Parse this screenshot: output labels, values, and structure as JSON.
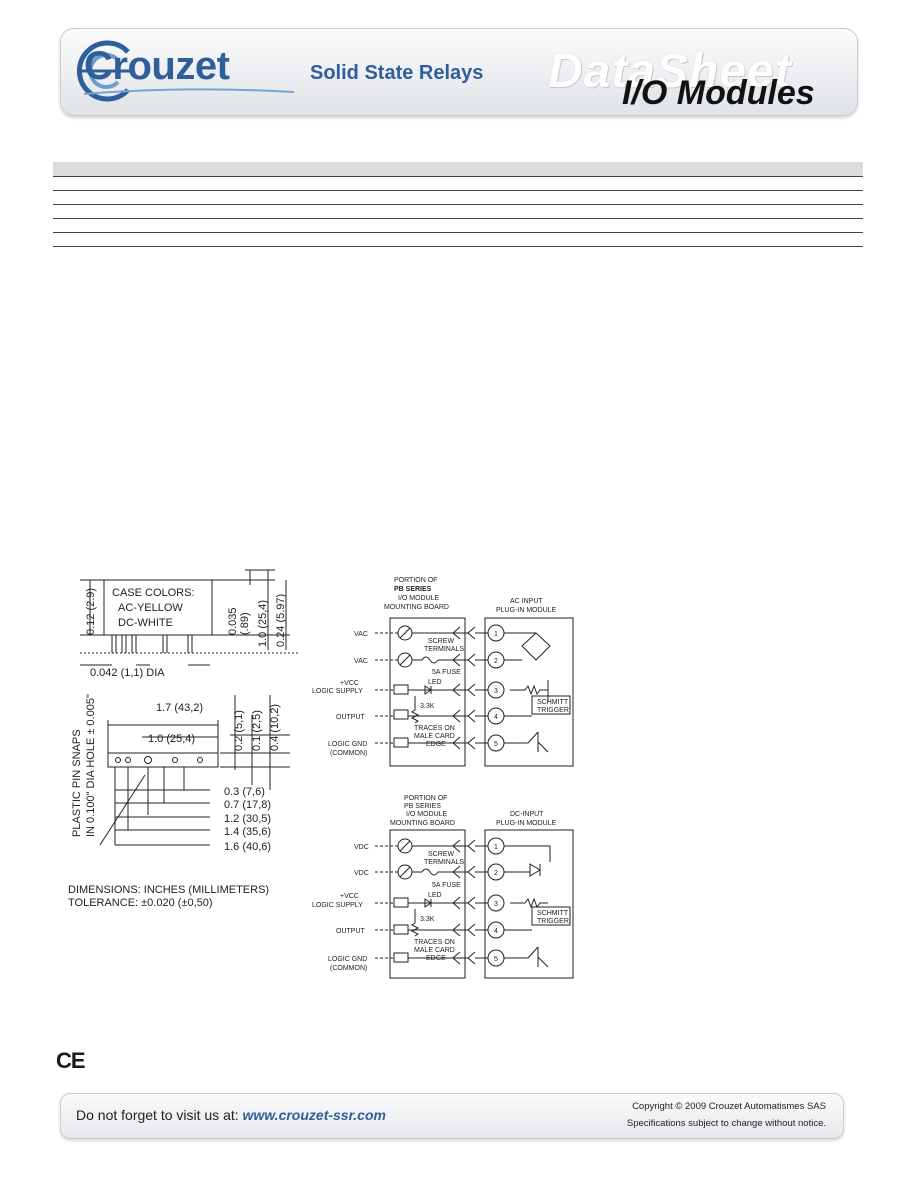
{
  "header": {
    "brand": "Crouzet",
    "tagline": "Solid State Relays",
    "datasheet_word": "DataSheet",
    "product_line": "I/O Modules"
  },
  "dimensions": {
    "case_colors_title": "CASE  COLORS:",
    "case_color_ac": "AC-YELLOW",
    "case_color_dc": "DC-WHITE",
    "dim_0_12": "0.12 (2.9)",
    "dim_0_035": "0.035",
    "dim_0_89": "(.89)",
    "dim_1_0_height": "1.0 (25,4)",
    "dim_0_24": "0.24 (5.97)",
    "pin_dia": "0.042 (1,1) DIA",
    "plastic_pin_1": "PLASTIC PIN SNAPS",
    "plastic_pin_2": "IN 0.100\" DIA HOLE ± 0.005\"",
    "dim_1_7": "1.7 (43,2)",
    "dim_1_0_width": "1.0 (25,4)",
    "dim_0_2": "0.2 (5,1)",
    "dim_0_1": "0.1 (2,5)",
    "dim_0_4": "0.4 (10,2)",
    "dim_0_3": "0.3 (7,6)",
    "dim_0_7": "0.7 (17,8)",
    "dim_1_2": "1.2 (30,5)",
    "dim_1_4": "1.4 (35,6)",
    "dim_1_6": "1.6 (40,6)",
    "note_dimensions": "DIMENSIONS: INCHES (MILLIMETERS)",
    "note_tolerance": "TOLERANCE: ±0.020 (±0,50)"
  },
  "ac_diagram": {
    "board_title_1": "PORTION OF",
    "board_title_2": "PB SERIES",
    "board_title_3": "I/O MODULE",
    "board_title_4": "MOUNTING BOARD",
    "module_title_1": "AC INPUT",
    "module_title_2": "PLUG-IN MODULE",
    "label_vac_1": "VAC",
    "label_vac_2": "VAC",
    "label_vcc": "+VCC",
    "label_logic_supply": "LOGIC SUPPLY",
    "label_output": "OUTPUT",
    "label_logic_gnd": "LOGIC GND",
    "label_common": "(COMMON)",
    "screw_terminals_1": "SCREW",
    "screw_terminals_2": "TERMINALS",
    "fuse": "5A FUSE",
    "led": "LED",
    "resistor": "3.3K",
    "traces_1": "TRACES ON",
    "traces_2": "MALE CARD",
    "traces_3": "EDGE",
    "schmitt_1": "SCHMITT",
    "schmitt_2": "TRIGGER",
    "pins": [
      "1",
      "2",
      "3",
      "4",
      "5"
    ]
  },
  "dc_diagram": {
    "board_title_1": "PORTION OF",
    "board_title_2": "PB SERIES",
    "board_title_3": "I/O MODULE",
    "board_title_4": "MOUNTING BOARD",
    "module_title_1": "DC-INPUT",
    "module_title_2": "PLUG-IN MODULE",
    "label_vdc_1": "VDC",
    "label_vdc_2": "VDC",
    "label_vcc": "+VCC",
    "label_logic_supply": "LOGIC SUPPLY",
    "label_output": "OUTPUT",
    "label_logic_gnd": "LOGIC GND",
    "label_common": "(COMMON)",
    "screw_terminals_1": "SCREW",
    "screw_terminals_2": "TERMINALS",
    "fuse": "5A FUSE",
    "led": "LED",
    "resistor": "3.3K",
    "traces_1": "TRACES ON",
    "traces_2": "MALE CARD",
    "traces_3": "EDGE",
    "schmitt_1": "SCHMITT",
    "schmitt_2": "TRIGGER",
    "pins": [
      "1",
      "2",
      "3",
      "4",
      "5"
    ]
  },
  "certification": "CE",
  "footer": {
    "visit_label": "Do not forget to visit us at:",
    "visit_url": "www.crouzet-ssr.com",
    "copyright": "Copyright © 2009 Crouzet Automatismes SAS",
    "disclaimer": "Specifications subject to change without notice."
  },
  "colors": {
    "brand_blue": "#2f5f9a",
    "table_header_gray": "#dcdcdc"
  }
}
